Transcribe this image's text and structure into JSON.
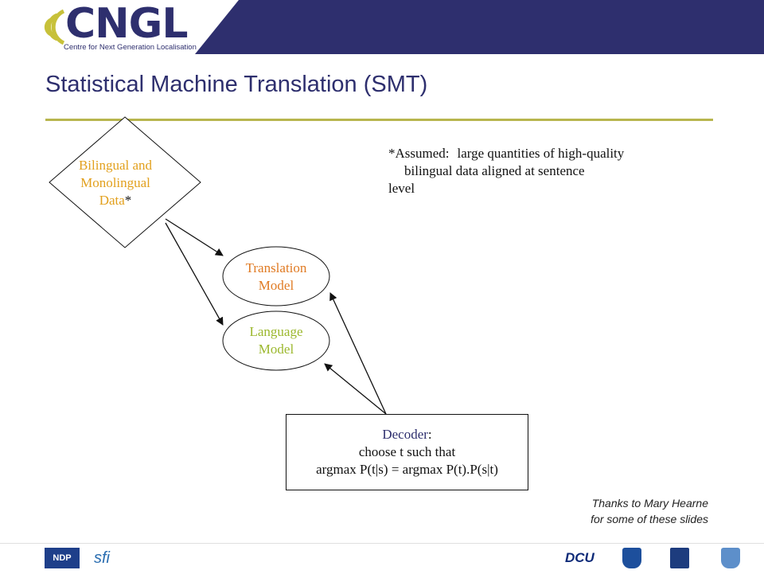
{
  "header": {
    "logo_text": "CNGL",
    "tagline": "Centre for Next Generation Localisation",
    "colors": {
      "band": "#2e2f6e",
      "logo_mark": "#c7c13a"
    }
  },
  "slide": {
    "title": "Statistical Machine Translation (SMT)",
    "title_color": "#2e2f6e",
    "rule_color": "#b8b64e"
  },
  "diagram": {
    "data_node": {
      "line1": "Bilingual and",
      "line2": "Monolingual",
      "line3": "Data",
      "marker": "*"
    },
    "translation_model": {
      "line1": "Translation",
      "line2": "Model"
    },
    "language_model": {
      "line1": "Language",
      "line2": "Model"
    },
    "decoder": {
      "title": "Decoder",
      "title_suffix": ":",
      "line2": "choose t such that",
      "line3": "argmax P(t|s) = argmax P(t).P(s|t)"
    },
    "colors": {
      "data": "#e2a01d",
      "translation": "#e07b24",
      "language": "#9cb82e"
    }
  },
  "note": {
    "prefix": "*Assumed:",
    "line1": "large quantities of high-quality",
    "line2": "bilingual data aligned at sentence",
    "line3": "level"
  },
  "credits": {
    "line1": "Thanks to Mary Hearne",
    "line2": "for some of these slides"
  },
  "footer": {
    "sponsors": [
      "NDP",
      "sfi",
      "DCU"
    ],
    "icons": [
      "ucd-crest-icon",
      "tcd-crest-icon",
      "trinity-crest-icon"
    ]
  }
}
